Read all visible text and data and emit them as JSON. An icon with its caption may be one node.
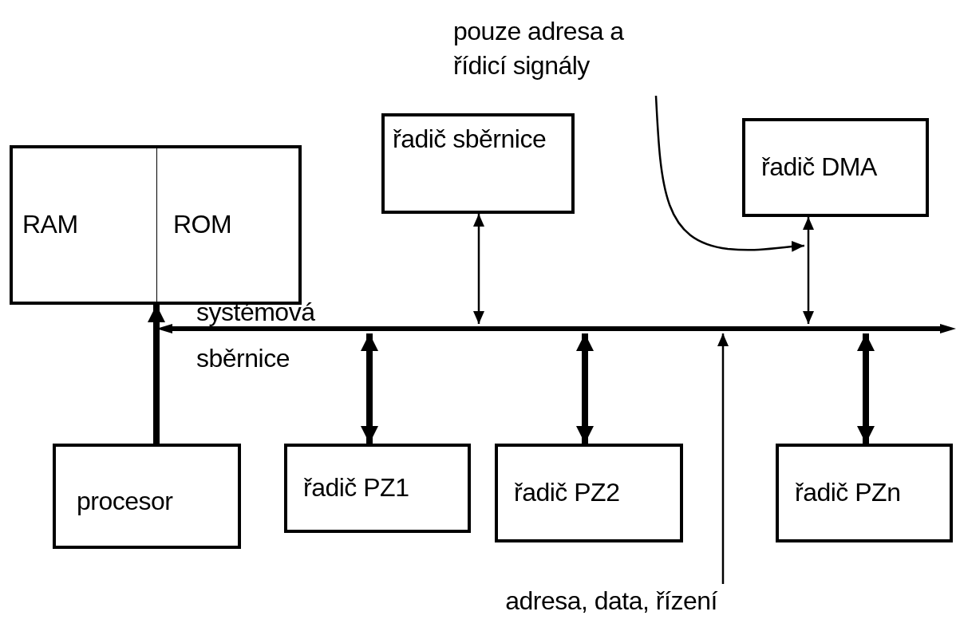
{
  "diagram": {
    "nodes": [
      {
        "text": [
          "RAM",
          "ROM"
        ]
      },
      {
        "text": [
          "řadič sběrnice"
        ]
      },
      {
        "text": [
          "řadič DMA"
        ]
      },
      {
        "text": [],
        "shape": "bar"
      },
      {
        "text": [
          "procesor"
        ]
      },
      {
        "text": [
          "řadič PZ1"
        ]
      },
      {
        "text": [
          "řadič PZ2"
        ]
      },
      {
        "text": [
          "řadič PZn"
        ]
      },
      {
        "text": [
          "pouze adresa a řídicí signály"
        ]
      },
      {
        "text": [
          "adresa, data, řízení"
        ]
      }
    ],
    "edges": [
      {
        "from": 4,
        "to": 0,
        "arrow": "to",
        "style": "thick"
      },
      {
        "from": 1,
        "to": 3,
        "arrow": "both"
      },
      {
        "from": 2,
        "to": 3,
        "arrow": "both"
      },
      {
        "from": 5,
        "to": 3,
        "arrow": "both",
        "style": "thick"
      },
      {
        "from": 6,
        "to": 3,
        "arrow": "both",
        "style": "thick"
      },
      {
        "from": 7,
        "to": 3,
        "arrow": "both",
        "style": "thick"
      },
      {
        "from": 8,
        "to": null,
        "arrow": "to"
      },
      {
        "from": 9,
        "to": 3,
        "arrow": "to"
      }
    ],
    "labels": [
      "systémová sběrnice"
    ]
  }
}
